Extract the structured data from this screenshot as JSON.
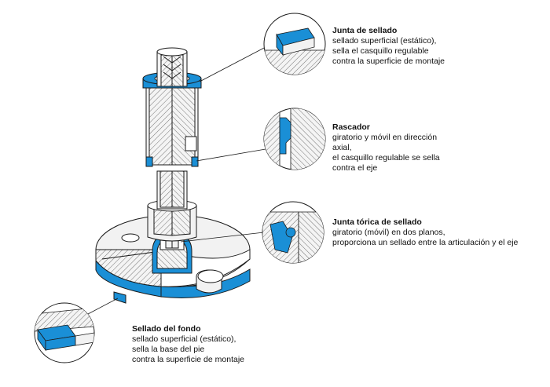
{
  "colors": {
    "seal_blue": "#1a8fd6",
    "line": "#1a1a1a",
    "fill_light": "#f2f2f2",
    "fill_mid": "#d9d9d9"
  },
  "callouts": [
    {
      "title": "Junta de sellado",
      "lines": [
        "sellado superficial (estático),",
        "sella el casquillo regulable",
        "contra la superficie de montaje"
      ]
    },
    {
      "title": "Rascador",
      "lines": [
        "giratorio y móvil en dirección",
        "axial,",
        "el casquillo regulable se sella",
        "contra el eje"
      ]
    },
    {
      "title": "Junta tórica de sellado",
      "lines": [
        "giratorio (móvil) en dos planos,",
        "proporciona un sellado entre la articulación y el eje"
      ]
    },
    {
      "title": "Sellado del fondo",
      "lines": [
        "sellado superficial (estático),",
        "sella la base del pie",
        "contra la superficie de montaje"
      ]
    }
  ]
}
